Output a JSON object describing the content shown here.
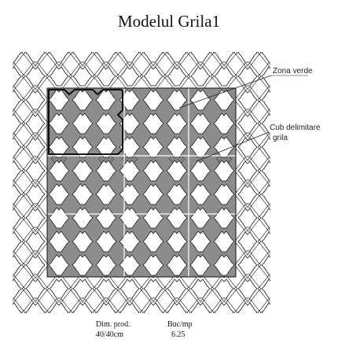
{
  "title": "Modelul Grila1",
  "labels": {
    "zona_verde": "Zona verde",
    "cub_line1": "Cub delimitare",
    "cub_line2": "grila"
  },
  "footer": {
    "dim_label": "Dim. prod.",
    "dim_value": "40/40cm",
    "buc_label": "Buc/mp",
    "buc_value": "6.25"
  },
  "colors": {
    "paving_fill": "#8c8c8c",
    "outline": "#111111",
    "hatch": "#555555",
    "background": "#ffffff"
  }
}
